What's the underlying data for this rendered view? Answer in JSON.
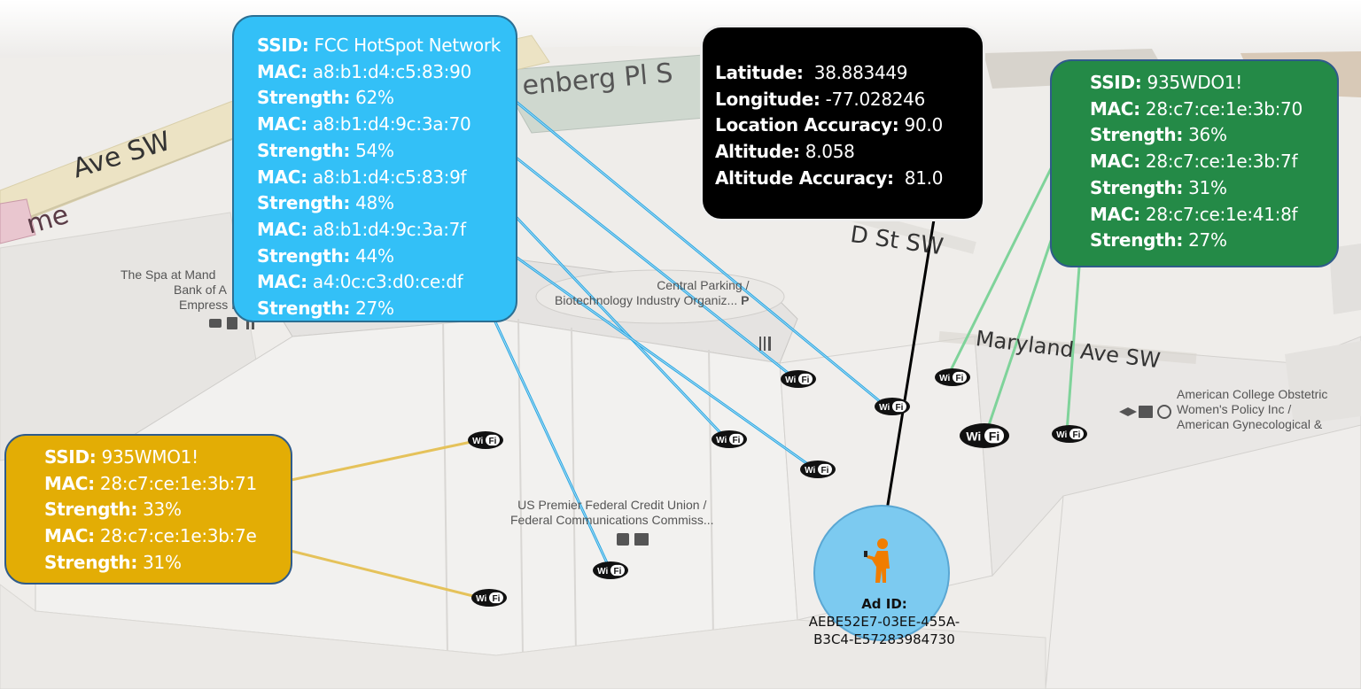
{
  "map": {
    "streets": [
      "Ave SW",
      "me",
      "enberg Pl S",
      "D St SW",
      "Maryland Ave SW"
    ],
    "pois": [
      "The Spa at Mand",
      "Bank of A",
      "Empress L",
      "Central Parking /",
      "Biotechnology Industry Organiz...",
      "US Premier Federal Credit Union /",
      "Federal Communications Commiss...",
      "American College Obstetric",
      "Women's Policy Inc /",
      "American Gynecological &"
    ],
    "parking_symbol": "P"
  },
  "colors": {
    "fcc_box": "#33c0f7",
    "location_box": "#000000",
    "green_box": "#248a47",
    "orange_box": "#e3ad05",
    "fcc_lines": "#2aa7e2",
    "green_lines": "#7fd39a",
    "orange_lines": "#e5c25a",
    "person_circle": "#7ccaf0",
    "person_icon": "#f07d00"
  },
  "fcc_network": {
    "ssid_label": "SSID:",
    "ssid": "FCC HotSpot Network",
    "entries": [
      {
        "mac_label": "MAC:",
        "mac": "a8:b1:d4:c5:83:90",
        "strength_label": "Strength:",
        "strength": "62%"
      },
      {
        "mac_label": "MAC:",
        "mac": "a8:b1:d4:9c:3a:70",
        "strength_label": "Strength:",
        "strength": "54%"
      },
      {
        "mac_label": "MAC:",
        "mac": "a8:b1:d4:c5:83:9f",
        "strength_label": "Strength:",
        "strength": "48%"
      },
      {
        "mac_label": "MAC:",
        "mac": "a8:b1:d4:9c:3a:7f",
        "strength_label": "Strength:",
        "strength": "44%"
      },
      {
        "mac_label": "MAC:",
        "mac": "a4:0c:c3:d0:ce:df",
        "strength_label": "Strength:",
        "strength": "27%"
      }
    ]
  },
  "location": {
    "latitude_label": "Latitude:",
    "latitude": "38.883449",
    "longitude_label": "Longitude:",
    "longitude": "-77.028246",
    "accuracy_label": "Location Accuracy:",
    "accuracy": "90.0",
    "altitude_label": "Altitude:",
    "altitude": "8.058",
    "altitude_accuracy_label": "Altitude Accuracy:",
    "altitude_accuracy": "81.0"
  },
  "wdo_network": {
    "ssid_label": "SSID:",
    "ssid": "935WDO1!",
    "entries": [
      {
        "mac_label": "MAC:",
        "mac": "28:c7:ce:1e:3b:70",
        "strength_label": "Strength:",
        "strength": "36%"
      },
      {
        "mac_label": "MAC:",
        "mac": "28:c7:ce:1e:3b:7f",
        "strength_label": "Strength:",
        "strength": "31%"
      },
      {
        "mac_label": "MAC:",
        "mac": "28:c7:ce:1e:41:8f",
        "strength_label": "Strength:",
        "strength": "27%"
      }
    ]
  },
  "wmo_network": {
    "ssid_label": "SSID:",
    "ssid": "935WMO1!",
    "entries": [
      {
        "mac_label": "MAC:",
        "mac": "28:c7:ce:1e:3b:71",
        "strength_label": "Strength:",
        "strength": "33%"
      },
      {
        "mac_label": "MAC:",
        "mac": "28:c7:ce:1e:3b:7e",
        "strength_label": "Strength:",
        "strength": "31%"
      }
    ]
  },
  "device": {
    "ad_id_label": "Ad ID:",
    "ad_id_line1": "AEBE52E7-03EE-455A-",
    "ad_id_line2": "B3C4-E57283984730"
  },
  "wifi_icon": {
    "name": "wifi-icon",
    "text_a": "Wi",
    "text_b": "Fi"
  }
}
